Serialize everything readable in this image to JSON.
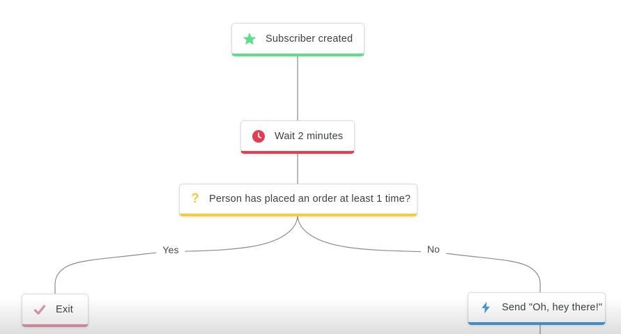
{
  "canvas": {
    "background": "#ffffff",
    "connector_color": "#8a8a8a",
    "bottom_fade_color": "rgba(0,0,0,0.13)",
    "card_background": "#ffffff",
    "card_border_color": "#dbdbdb",
    "text_color": "#3c4043"
  },
  "workflow": {
    "nodes": [
      {
        "id": "subscriber-created",
        "label": "Subscriber created",
        "icon": "star-icon",
        "accent": "#5edd8b"
      },
      {
        "id": "wait",
        "label": "Wait 2 minutes",
        "icon": "clock-icon",
        "accent": "#e23e50"
      },
      {
        "id": "decision",
        "label": "Person has placed an order at least 1 time?",
        "icon": "question-icon",
        "icon_glyph": "?",
        "accent": "#f7cb3c"
      },
      {
        "id": "exit",
        "label": "Exit",
        "icon": "check-icon",
        "accent": "#e195a7"
      },
      {
        "id": "send-email",
        "label": "Send \"Oh, hey there!\"",
        "icon": "bolt-icon",
        "accent": "#459ade"
      }
    ],
    "branches": {
      "yes": "Yes",
      "no": "No"
    }
  }
}
